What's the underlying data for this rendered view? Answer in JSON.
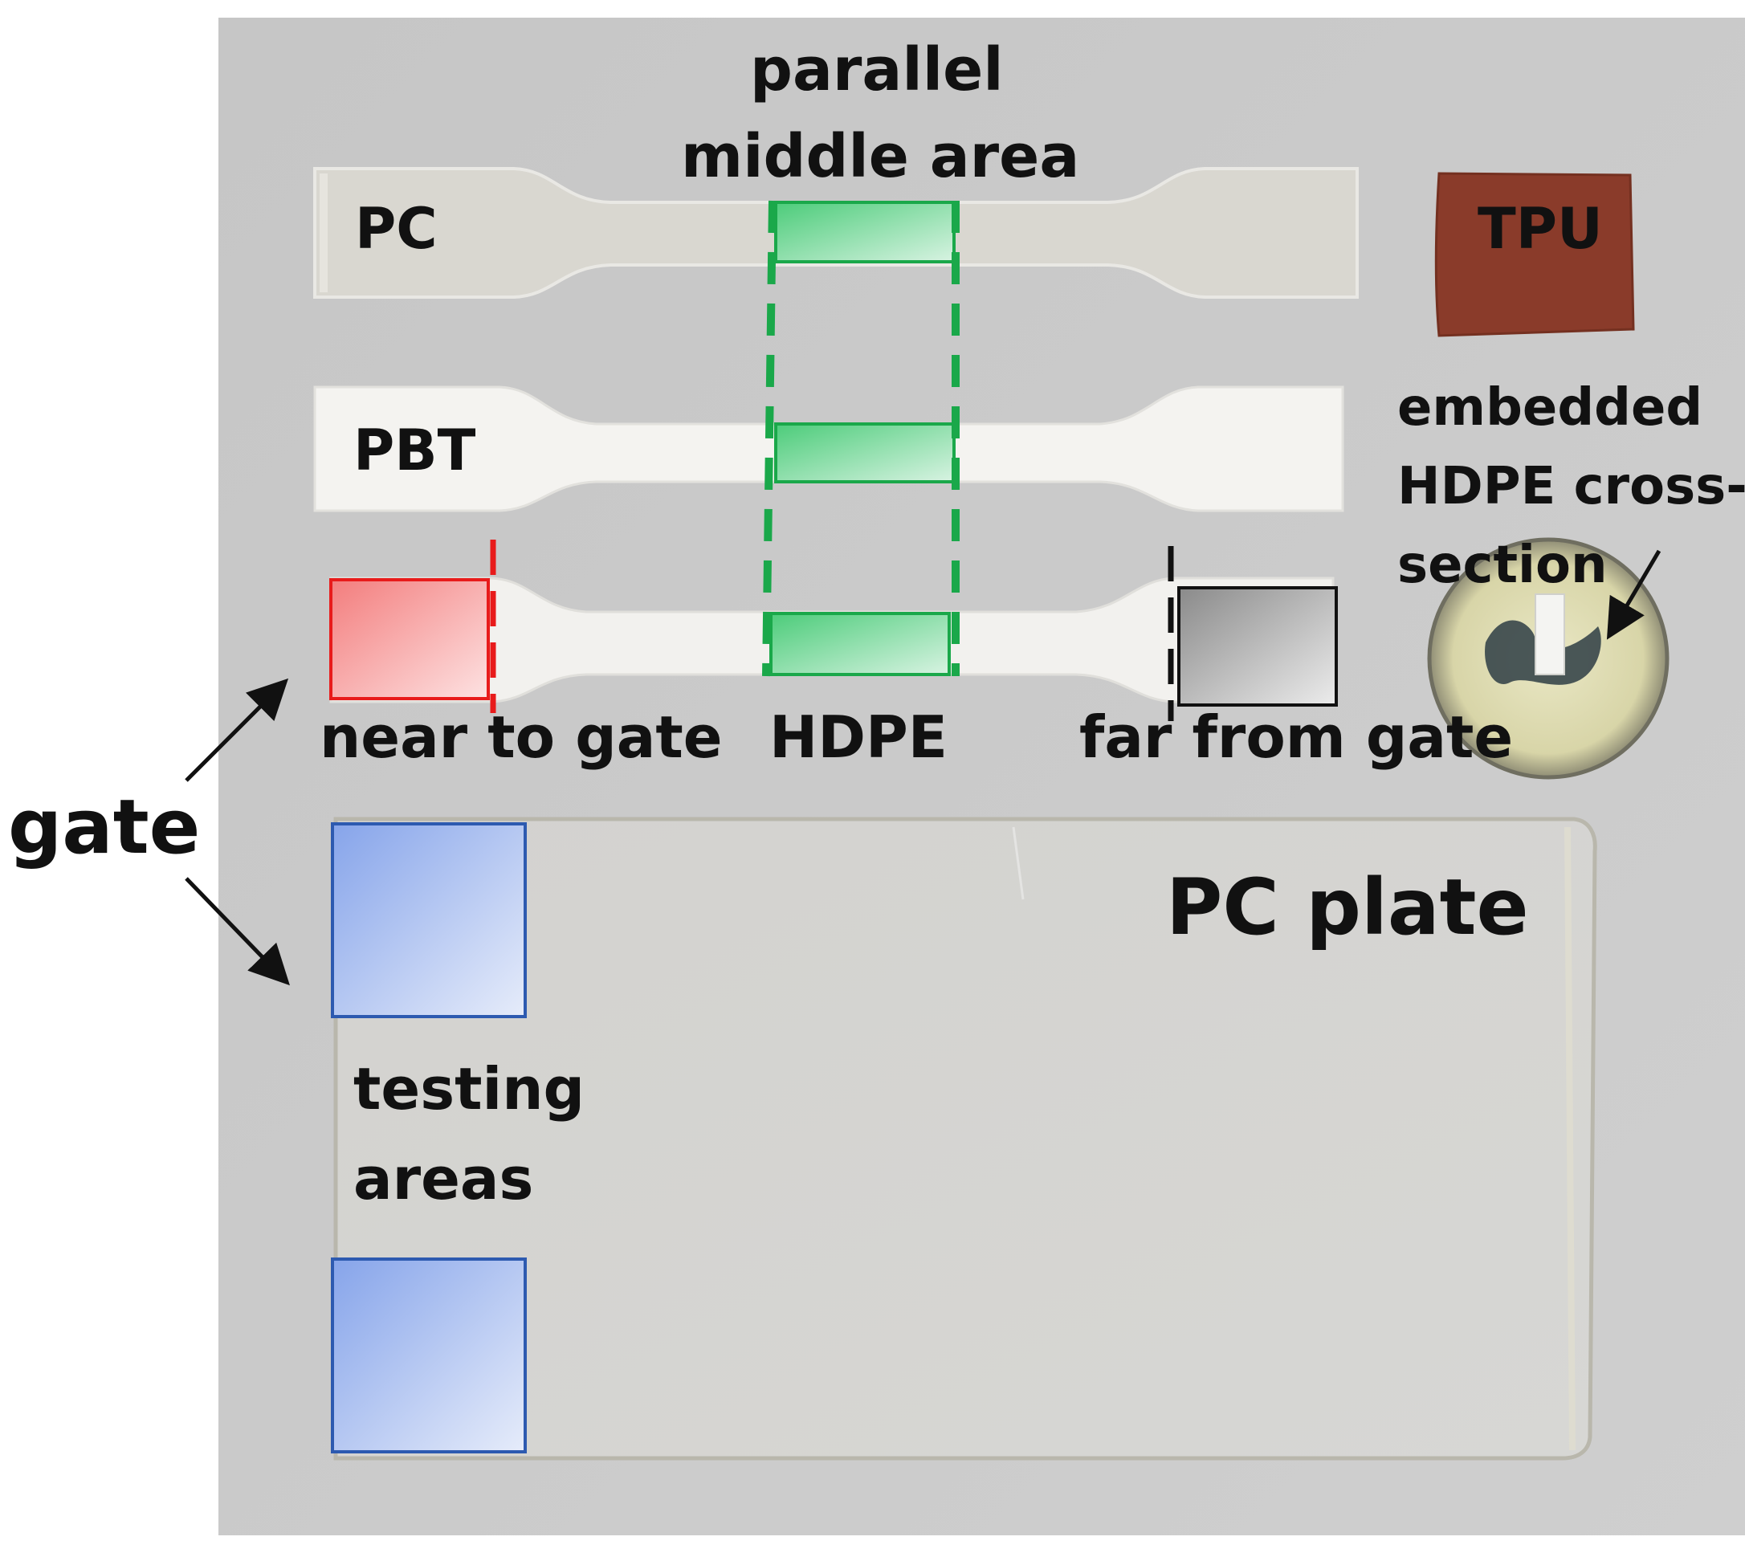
{
  "labels": {
    "parallel_middle_area_line1": "parallel",
    "parallel_middle_area_line2": "middle area",
    "pc": "PC",
    "tpu": "TPU",
    "pbt": "PBT",
    "embedded_line1": "embedded",
    "embedded_line2": "HDPE cross-",
    "embedded_line3": "section",
    "near_to_gate": "near to gate",
    "hdpe": "HDPE",
    "far_from_gate": "far from gate",
    "gate": "gate",
    "pc_plate": "PC plate",
    "testing_areas_line1": "testing",
    "testing_areas_line2": "areas"
  },
  "colors": {
    "background_board": "#c9c9c9",
    "outer_background": "#ffffff",
    "pc_clear": "#d8d6d0",
    "pbt_white": "#f3f2ef",
    "tpu_brown": "#8a3b2a",
    "hdpe_green": "#1aa84a",
    "near_gate_red": "#e81b1b",
    "far_gate_gray": "#7a7a7a",
    "testing_blue": "#2d5ab0",
    "text": "#111111"
  }
}
